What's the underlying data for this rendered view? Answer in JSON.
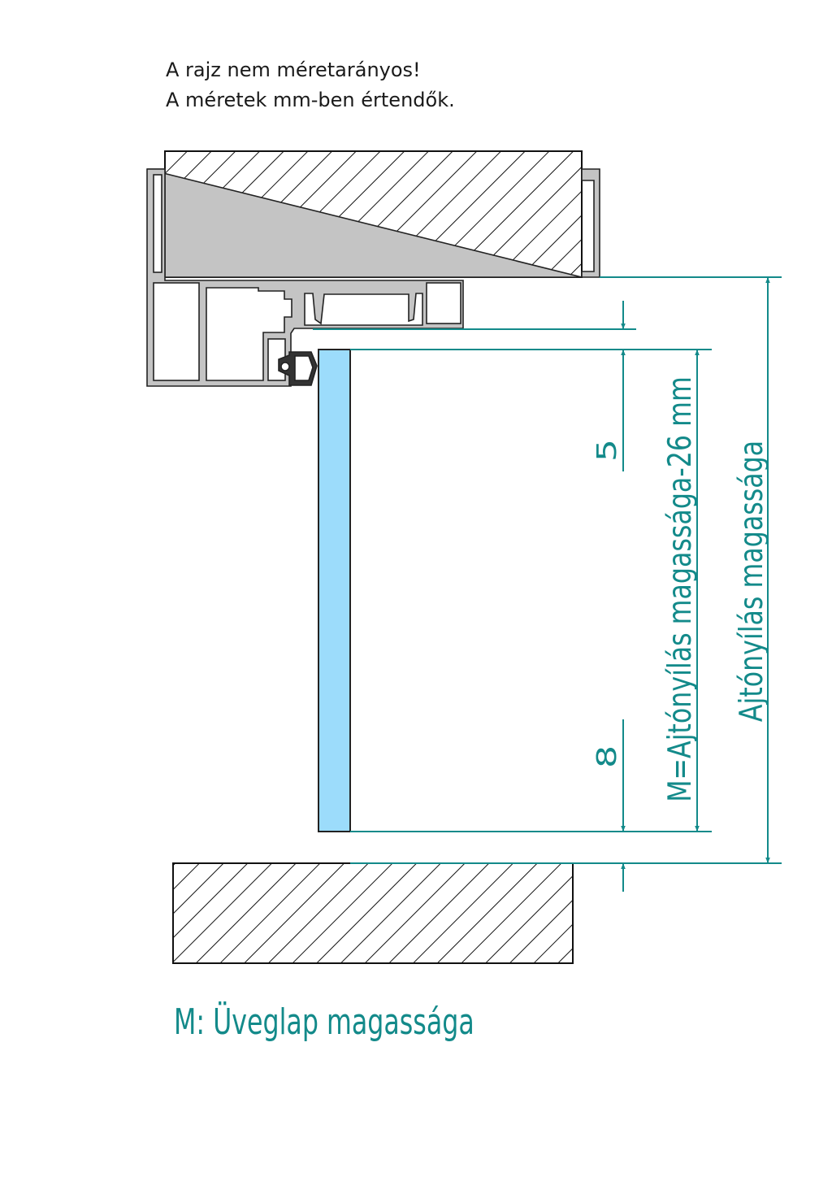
{
  "notes": {
    "line1": "A rajz nem méretarányos!",
    "line2": "A méretek mm-ben értendők."
  },
  "dimensions": {
    "top_gap": "5",
    "bottom_gap": "8",
    "glass_height": "M=Ajtónyílás magassága-26 mm",
    "opening_height": "Ajtónyílás magassága"
  },
  "legend": "M: Üveglap magassága",
  "colors": {
    "dimension": "#138a8a",
    "glass": "#9cdcfb",
    "profile": "#c4c4c4"
  }
}
